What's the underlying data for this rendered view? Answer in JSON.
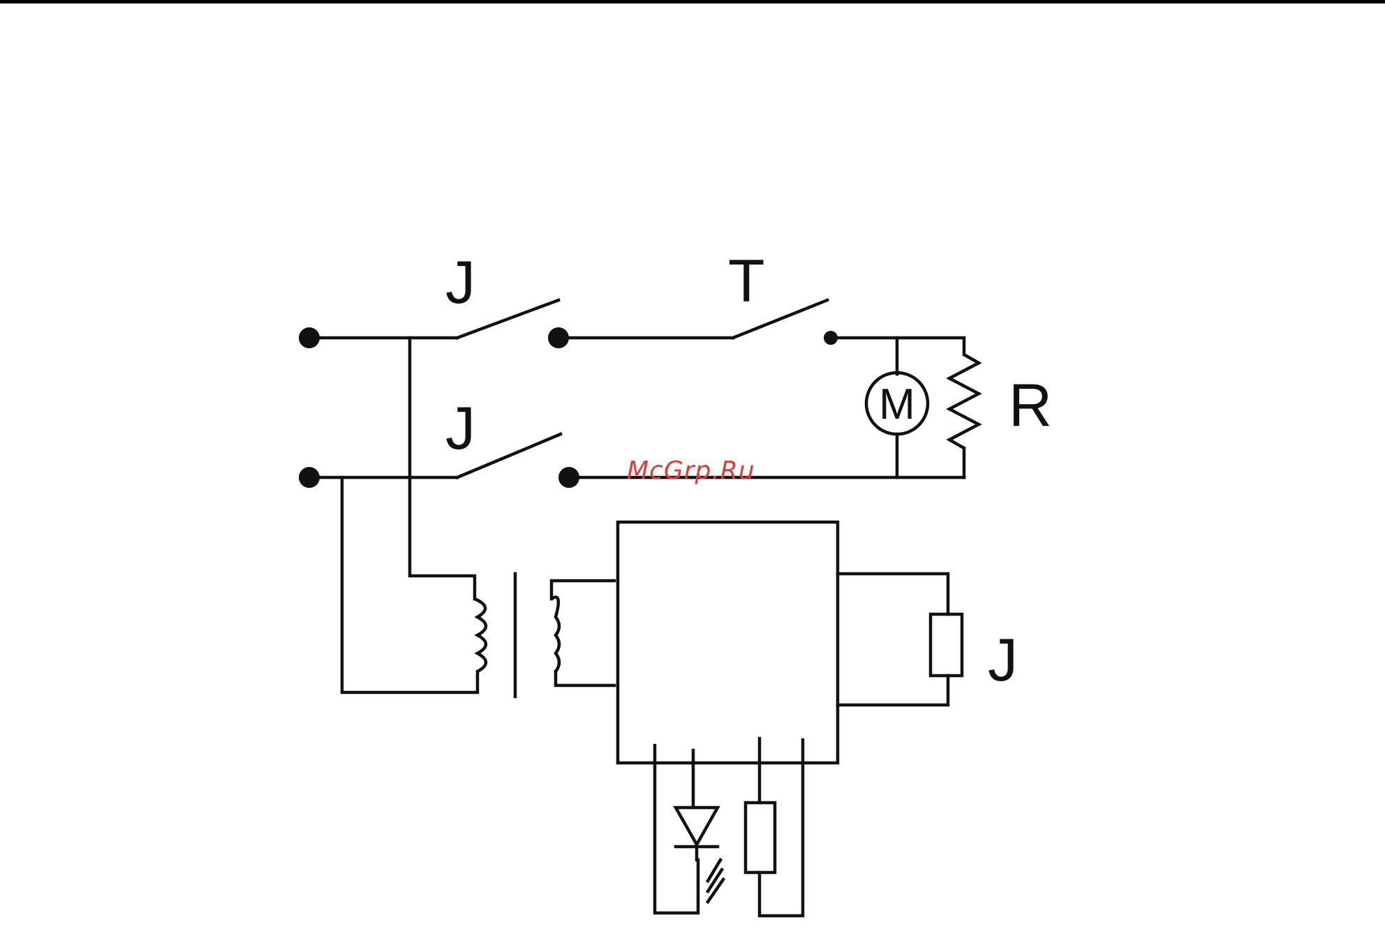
{
  "diagram": {
    "labels": {
      "switch_top": "J",
      "switch_bottom": "J",
      "thermostat": "T",
      "resistor": "R",
      "relay_coil": "J",
      "motor": "M"
    },
    "watermark": "McGrp.Ru"
  }
}
